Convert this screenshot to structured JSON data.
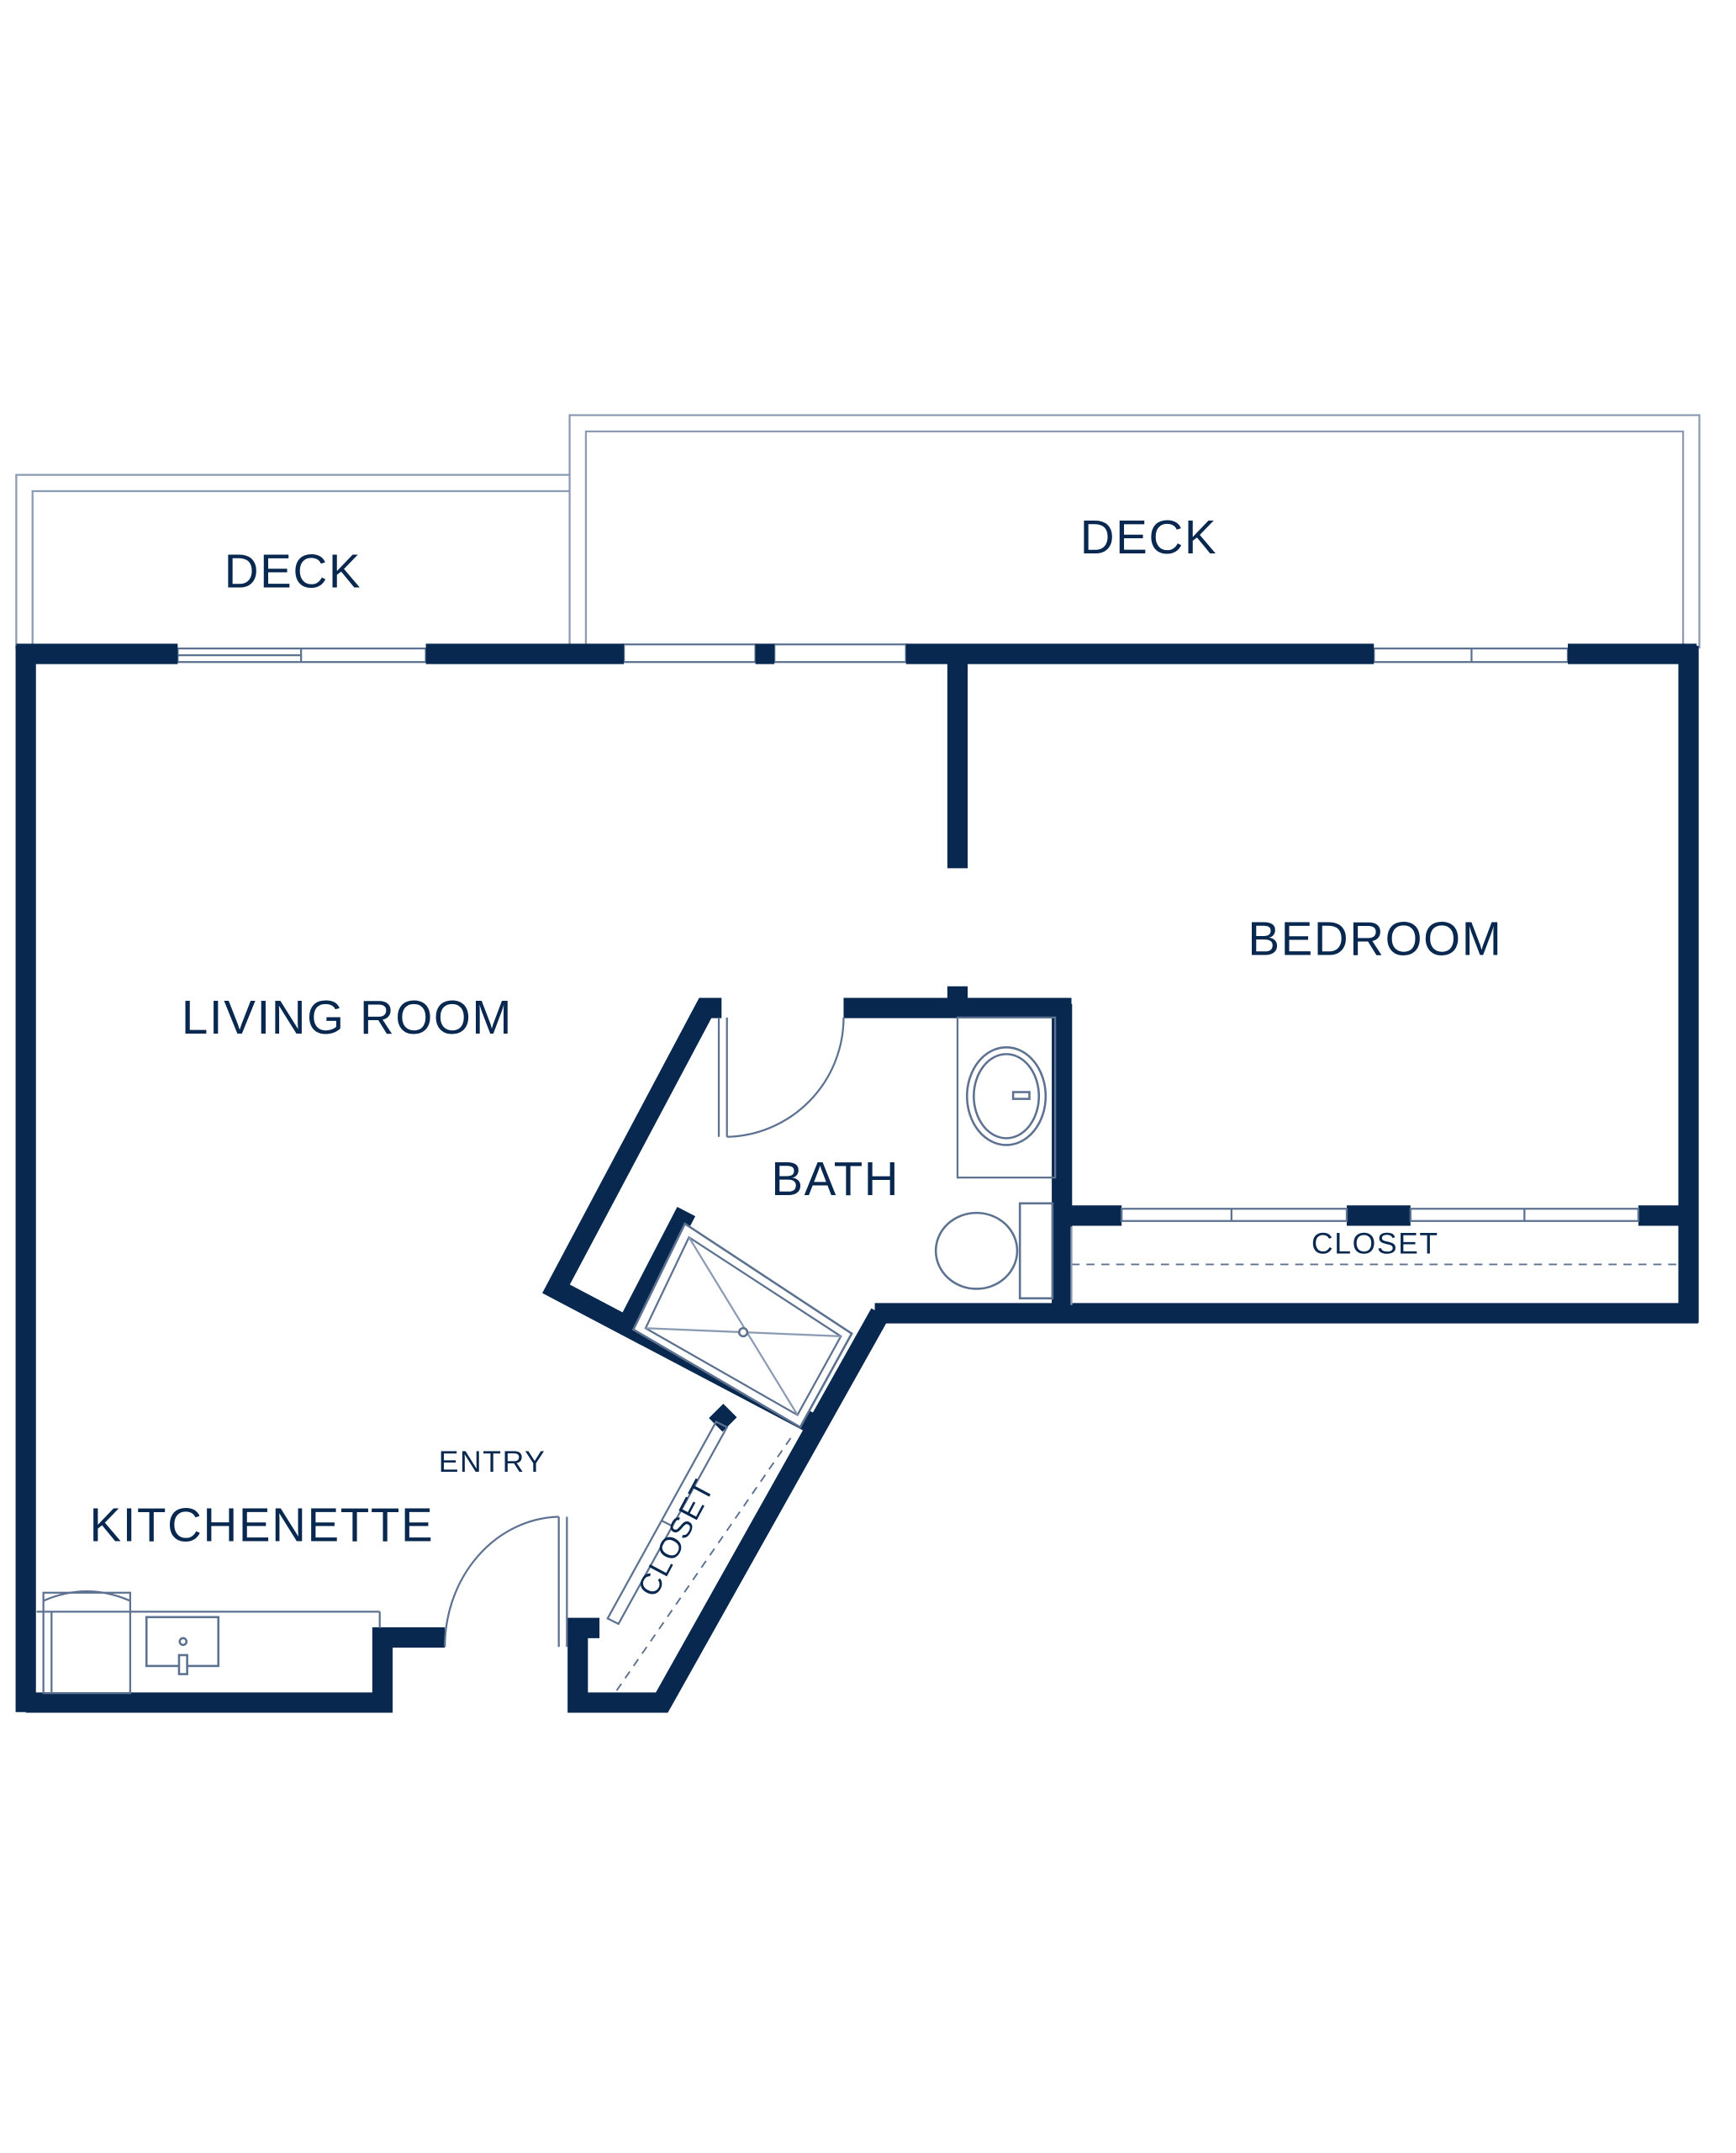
{
  "colors": {
    "wall": "#08284f",
    "fixture_line": "#5d7291",
    "outline": "#8a9bb3",
    "background": "#ffffff"
  },
  "rooms": {
    "deck_left": "DECK",
    "deck_right": "DECK",
    "living_room": "LIVING ROOM",
    "bedroom": "BEDROOM",
    "bath": "BATH",
    "bedroom_closet": "CLOSET",
    "entry_closet": "CLOSET",
    "entry": "ENTRY",
    "kitchenette": "KITCHENETTE"
  }
}
